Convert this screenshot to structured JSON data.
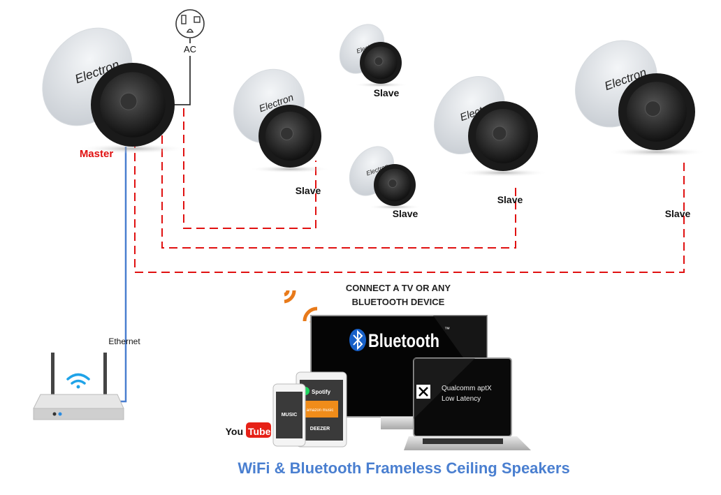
{
  "title": "WiFi & Bluetooth Frameless Ceiling Speakers",
  "brand": "Electron",
  "labels": {
    "master": "Master",
    "slave": "Slave",
    "ac": "AC",
    "ethernet": "Ethernet"
  },
  "bluetooth_panel": {
    "heading_line1": "CONNECT A TV OR ANY",
    "heading_line2": "BLUETOOTH DEVICE",
    "tv_text": "Bluetooth",
    "tv_tm": "™",
    "laptop_line1": "Qualcomm aptX",
    "laptop_line2": "Low Latency",
    "tablet_apps": [
      "Spotify",
      "amazon music",
      "DEEZER"
    ],
    "phone_app": "MUSIC",
    "youtube_you": "You",
    "youtube_tube": "Tube"
  },
  "colors": {
    "title": "#4a7fd0",
    "master_label": "#e01010",
    "speaker_link": "#e01010",
    "ethernet_link": "#4a7fd0",
    "wifi_signal": "#e87a1a"
  }
}
